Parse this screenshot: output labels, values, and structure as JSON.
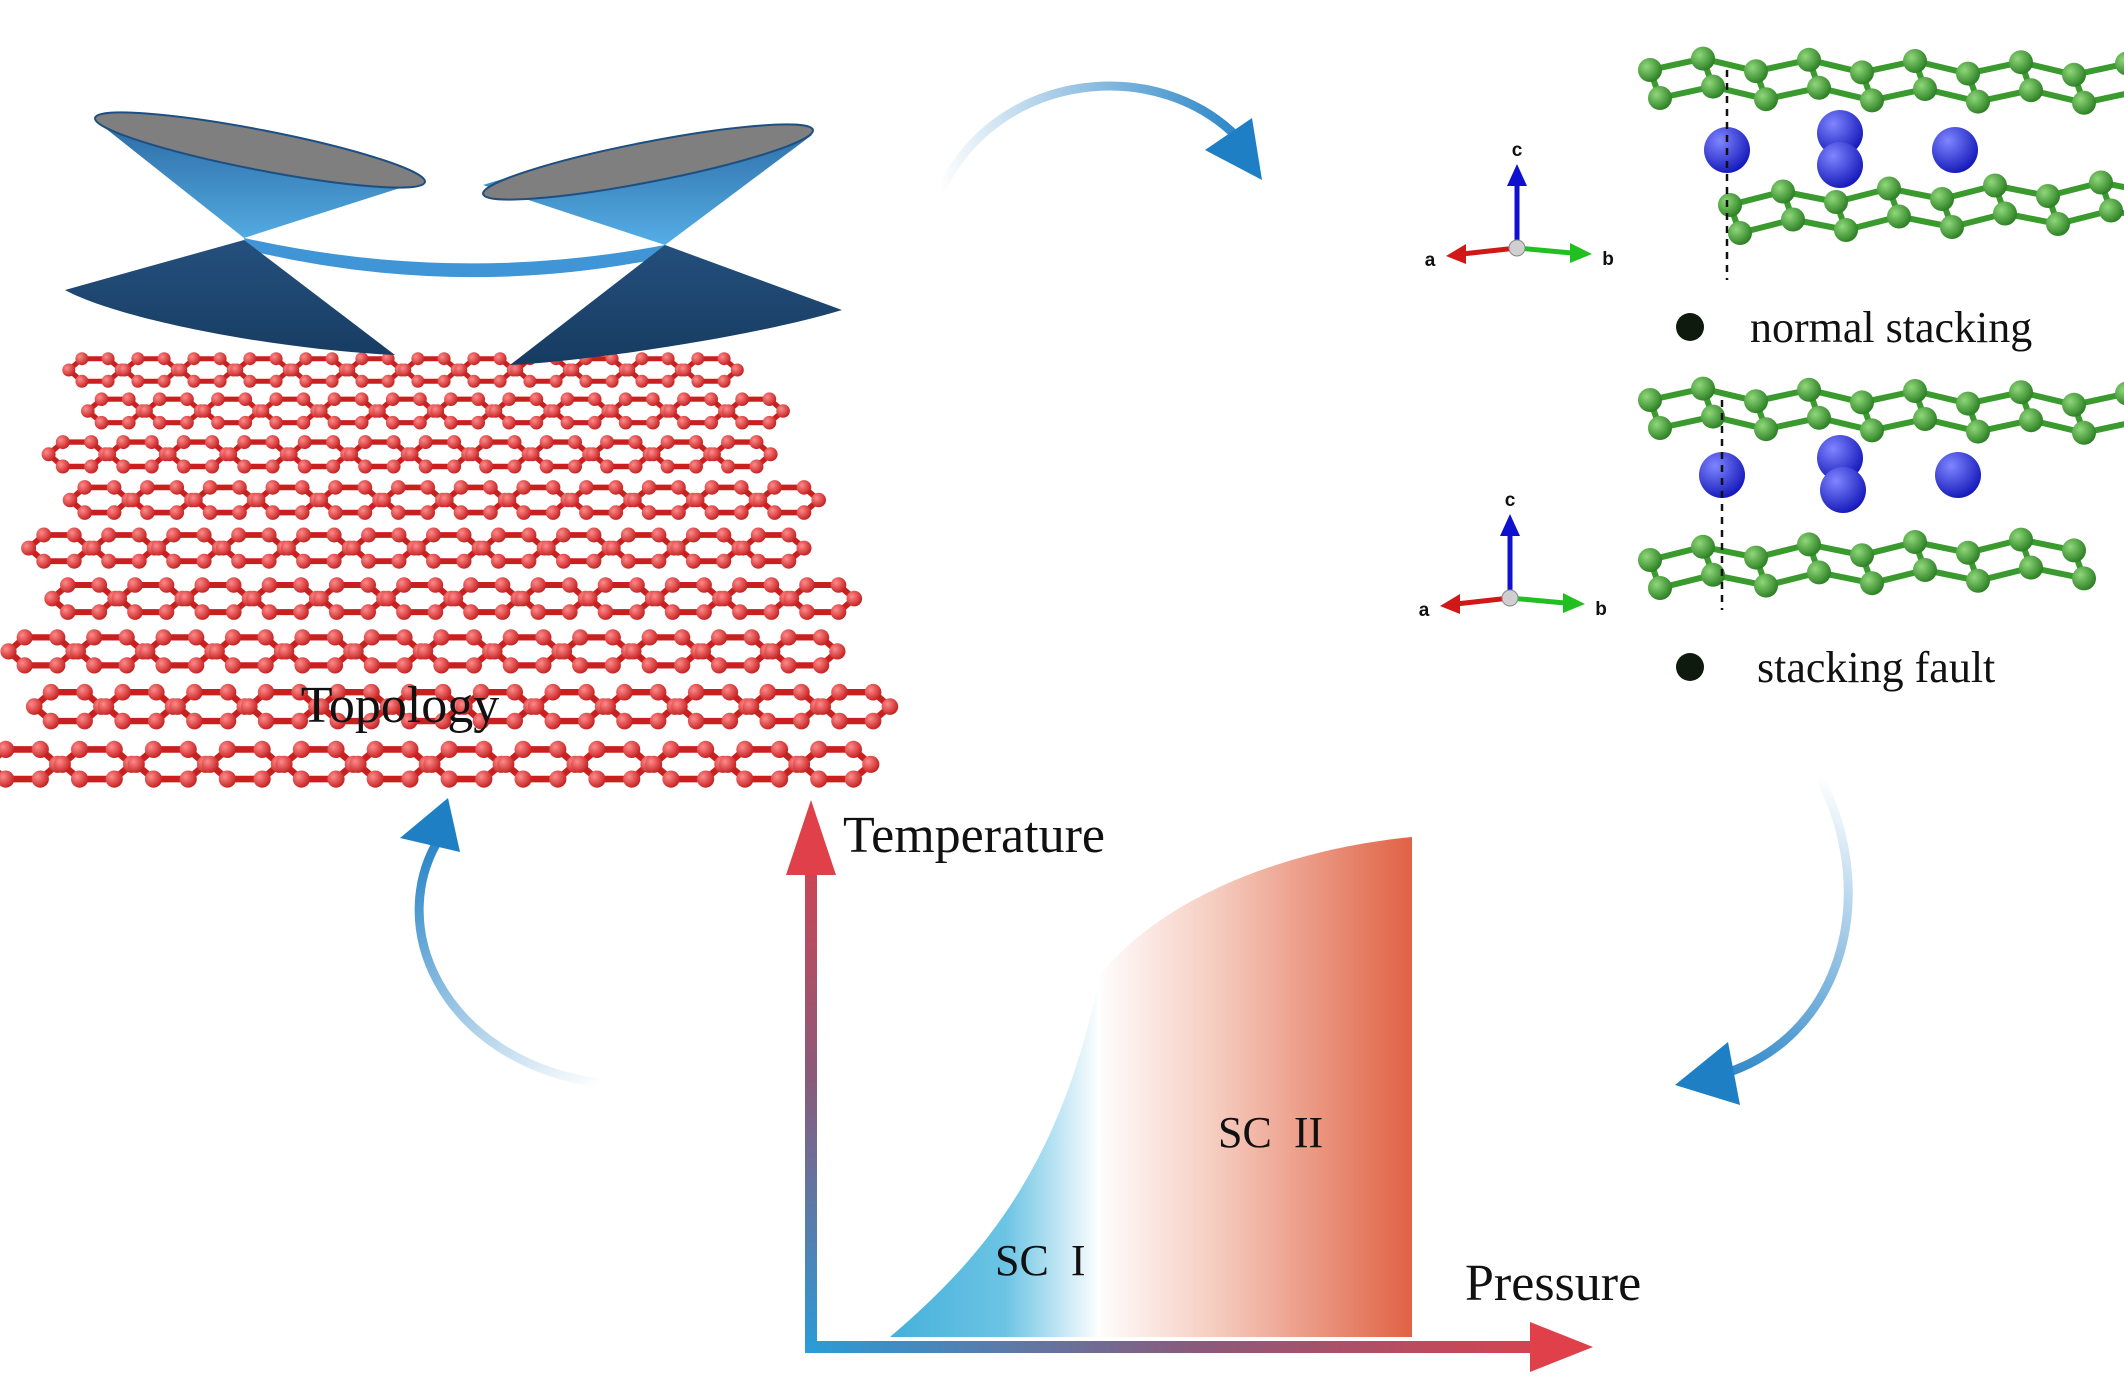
{
  "topology": {
    "label": "Topology"
  },
  "stacking": {
    "normal_label": "normal stacking",
    "fault_label": "stacking fault",
    "axes": {
      "a": "a",
      "b": "b",
      "c": "c"
    }
  },
  "phase_diagram": {
    "y_axis_label": "Temperature",
    "x_axis_label": "Pressure",
    "region1_label": "SC  I",
    "region2_label": "SC  II"
  },
  "colors": {
    "cycle_arrow": "#1f7fc4",
    "cone_light": "#3f95d6",
    "cone_dark": "#1c4a78",
    "cone_cap": "#808080",
    "lattice_red": "#d42a2a",
    "green_layer": "#3a9a2e",
    "blue_atom": "#1a1fd0",
    "sc1_blue": "#4bb6dd",
    "sc2_red": "#e2664a"
  }
}
